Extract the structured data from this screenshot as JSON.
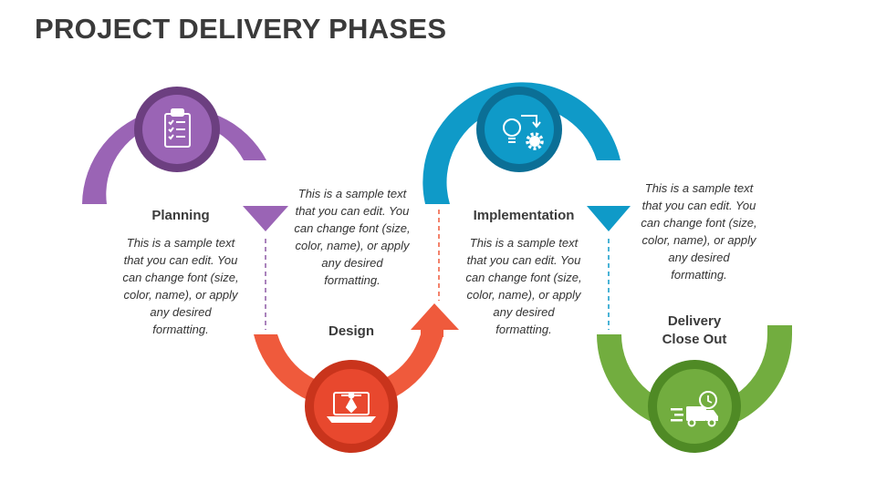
{
  "title": "PROJECT DELIVERY PHASES",
  "colors": {
    "planning": "#8e5aa6",
    "design": "#ef5a3c",
    "implementation": "#0f9ac8",
    "delivery": "#72ad3f",
    "title_text": "#3a3a3a"
  },
  "phases": [
    {
      "name": "Planning",
      "description": "This is a sample text that you can edit. You can change font (size, color, name), or apply any desired formatting.",
      "icon": "clipboard-checklist-icon"
    },
    {
      "name": "Design",
      "description": "This is a sample text that you can edit. You can change font (size, color, name), or apply any desired formatting.",
      "icon": "laptop-pen-tool-icon"
    },
    {
      "name": "Implementation",
      "description": "This is a sample text that you can edit. You can change font (size, color, name), or apply any desired formatting.",
      "icon": "lightbulb-gear-icon"
    },
    {
      "name": "Delivery Close Out",
      "description": "This is a sample text that you can edit. You can change font (size, color, name), or apply any desired formatting.",
      "icon": "delivery-truck-clock-icon"
    }
  ]
}
